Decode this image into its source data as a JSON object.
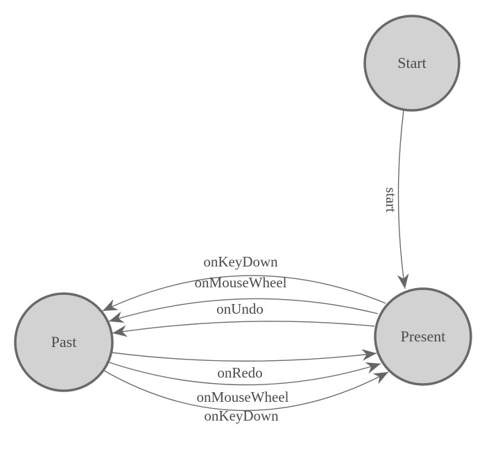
{
  "diagram": {
    "type": "finite-state-machine",
    "background_color": "#ffffff",
    "node_fill_color": "#d2d2d2",
    "node_stroke_color": "#696969",
    "edge_color": "#6b6b6b",
    "label_color": "#4b4b4b",
    "nodes": [
      {
        "id": "start",
        "label": "Start"
      },
      {
        "id": "present",
        "label": "Present"
      },
      {
        "id": "past",
        "label": "Past"
      }
    ],
    "edges": [
      {
        "from": "start",
        "to": "present",
        "label": "start"
      },
      {
        "from": "present",
        "to": "past",
        "label": "onKeyDown"
      },
      {
        "from": "present",
        "to": "past",
        "label": "onMouseWheel"
      },
      {
        "from": "present",
        "to": "past",
        "label": "onUndo"
      },
      {
        "from": "past",
        "to": "present",
        "label": "onRedo"
      },
      {
        "from": "past",
        "to": "present",
        "label": "onMouseWheel"
      },
      {
        "from": "past",
        "to": "present",
        "label": "onKeyDown"
      }
    ]
  }
}
